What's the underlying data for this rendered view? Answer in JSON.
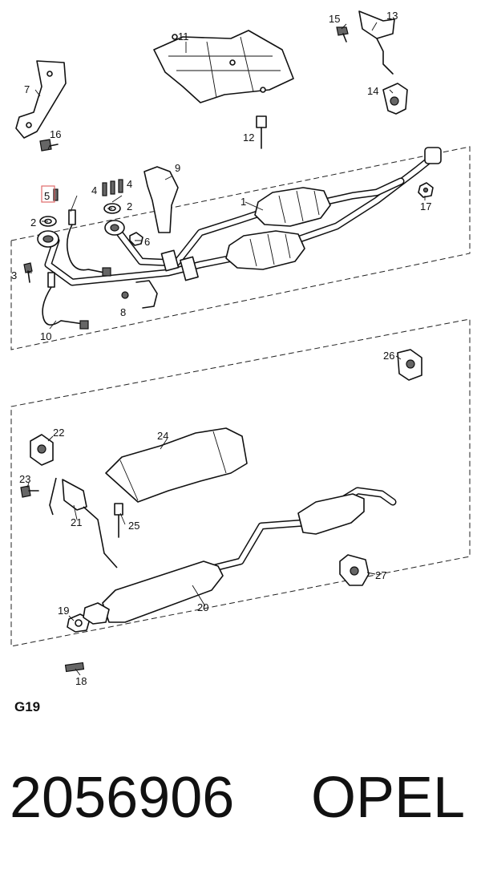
{
  "diagram": {
    "callouts": [
      {
        "id": "c1",
        "text": "1"
      },
      {
        "id": "c2a",
        "text": "2"
      },
      {
        "id": "c2b",
        "text": "2"
      },
      {
        "id": "c3",
        "text": "3"
      },
      {
        "id": "c4a",
        "text": "4"
      },
      {
        "id": "c4b",
        "text": "4"
      },
      {
        "id": "c5",
        "text": "5",
        "highlighted": true
      },
      {
        "id": "c6",
        "text": "6"
      },
      {
        "id": "c7",
        "text": "7"
      },
      {
        "id": "c8",
        "text": "8"
      },
      {
        "id": "c9",
        "text": "9"
      },
      {
        "id": "c10",
        "text": "10"
      },
      {
        "id": "c11",
        "text": "11"
      },
      {
        "id": "c12",
        "text": "12"
      },
      {
        "id": "c13",
        "text": "13"
      },
      {
        "id": "c14",
        "text": "14"
      },
      {
        "id": "c15",
        "text": "15"
      },
      {
        "id": "c16",
        "text": "16"
      },
      {
        "id": "c17",
        "text": "17"
      },
      {
        "id": "c18",
        "text": "18"
      },
      {
        "id": "c19",
        "text": "19"
      },
      {
        "id": "c20",
        "text": "20"
      },
      {
        "id": "c21",
        "text": "21"
      },
      {
        "id": "c22",
        "text": "22"
      },
      {
        "id": "c23",
        "text": "23"
      },
      {
        "id": "c24",
        "text": "24"
      },
      {
        "id": "c25",
        "text": "25"
      },
      {
        "id": "c26",
        "text": "26"
      },
      {
        "id": "c27",
        "text": "27"
      }
    ],
    "highlight_color": "#e06a6a"
  },
  "drawing_code": "G19",
  "footer": {
    "part_number": "2056906",
    "brand": "OPEL"
  }
}
